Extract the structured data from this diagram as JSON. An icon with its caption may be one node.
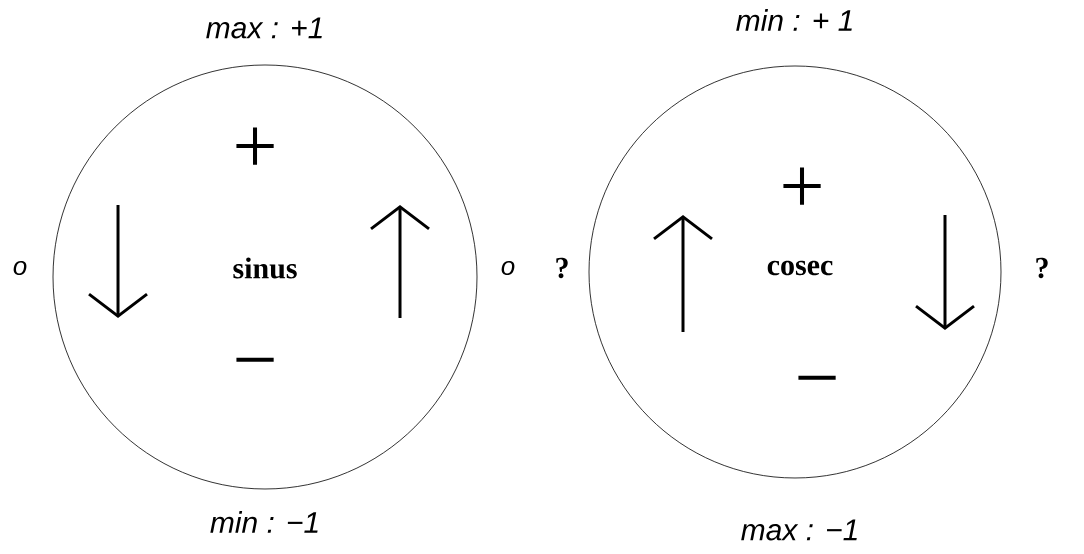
{
  "diagram": {
    "nodes": [
      {
        "text": [
          "+",
          "sinus",
          "−"
        ],
        "beside": [
          "max : +1",
          "o",
          "o",
          "min : −1"
        ]
      },
      {
        "text": [
          "+",
          "cosec",
          "−"
        ],
        "beside": [
          "min : + 1",
          "?",
          "?",
          "max : −1"
        ]
      }
    ]
  }
}
